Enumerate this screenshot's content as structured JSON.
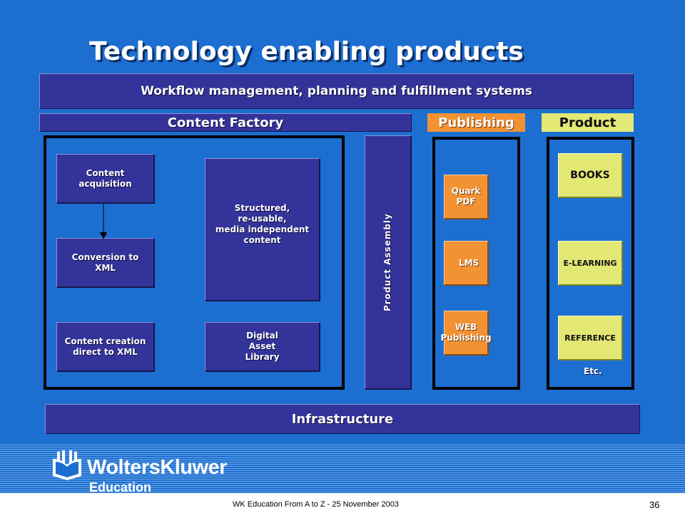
{
  "slide": {
    "title": "Technology enabling products",
    "workflow_bar": "Workflow management, planning and fulfillment systems",
    "infrastructure_bar": "Infrastructure"
  },
  "content_factory": {
    "header": "Content Factory",
    "content_acquisition": "Content\nacquisition",
    "conversion": "Conversion  to\nXML",
    "content_creation": "Content creation\ndirect to XML",
    "structured": "Structured,\nre-usable,\nmedia independent\ncontent",
    "digital_asset": "Digital\nAsset\nLibrary",
    "product_assembly": "Product Assembly"
  },
  "publishing": {
    "header": "Publishing",
    "items": [
      "Quark\nPDF",
      "LMS",
      "WEB\nPublishing"
    ]
  },
  "product": {
    "header": "Product",
    "items": [
      "BOOKS",
      "E-LEARNING",
      "REFERENCE"
    ],
    "etc": "Etc."
  },
  "branding": {
    "logo_text": "WoltersKluwer",
    "division": "Education"
  },
  "footer": {
    "caption": "WK Education From A to Z - 25 November 2003",
    "page_number": "36"
  },
  "colors": {
    "background": "#1c6fd1",
    "box_blue": "#33339a",
    "publishing_orange": "#f39233",
    "product_yellow": "#e3e774"
  }
}
